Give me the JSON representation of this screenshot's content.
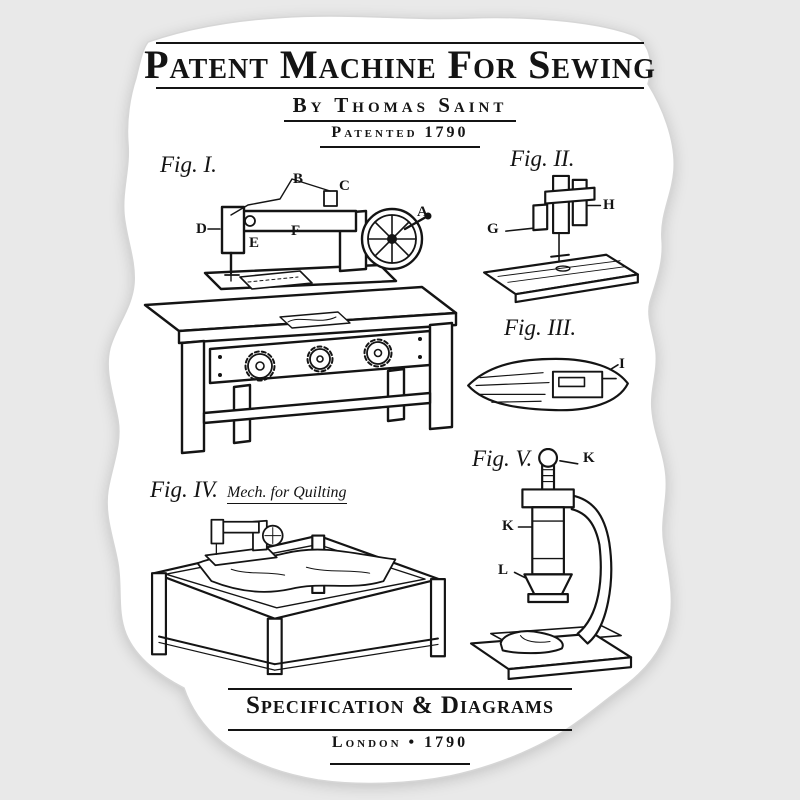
{
  "colors": {
    "background": "#e9e9e9",
    "sticker": "#ffffff",
    "ink": "#141414"
  },
  "header": {
    "title": "Patent Machine For Sewing",
    "byline": "By Thomas Saint",
    "patented": "Patented 1790"
  },
  "figures": {
    "fig1": {
      "label": "Fig. I.",
      "parts": {
        "A": "A",
        "B": "B",
        "C": "C",
        "D": "D",
        "E": "E",
        "F": "F"
      }
    },
    "fig2": {
      "label": "Fig. II.",
      "parts": {
        "G": "G",
        "H": "H"
      }
    },
    "fig3": {
      "label": "Fig. III.",
      "parts": {
        "I": "I"
      }
    },
    "fig4": {
      "label": "Fig. IV.",
      "caption": "Mech. for Quilting"
    },
    "fig5": {
      "label": "Fig. V.",
      "parts": {
        "K1": "K",
        "K2": "K",
        "L": "L"
      }
    }
  },
  "footer": {
    "specification": "Specification & Diagrams",
    "location": "London • 1790"
  }
}
